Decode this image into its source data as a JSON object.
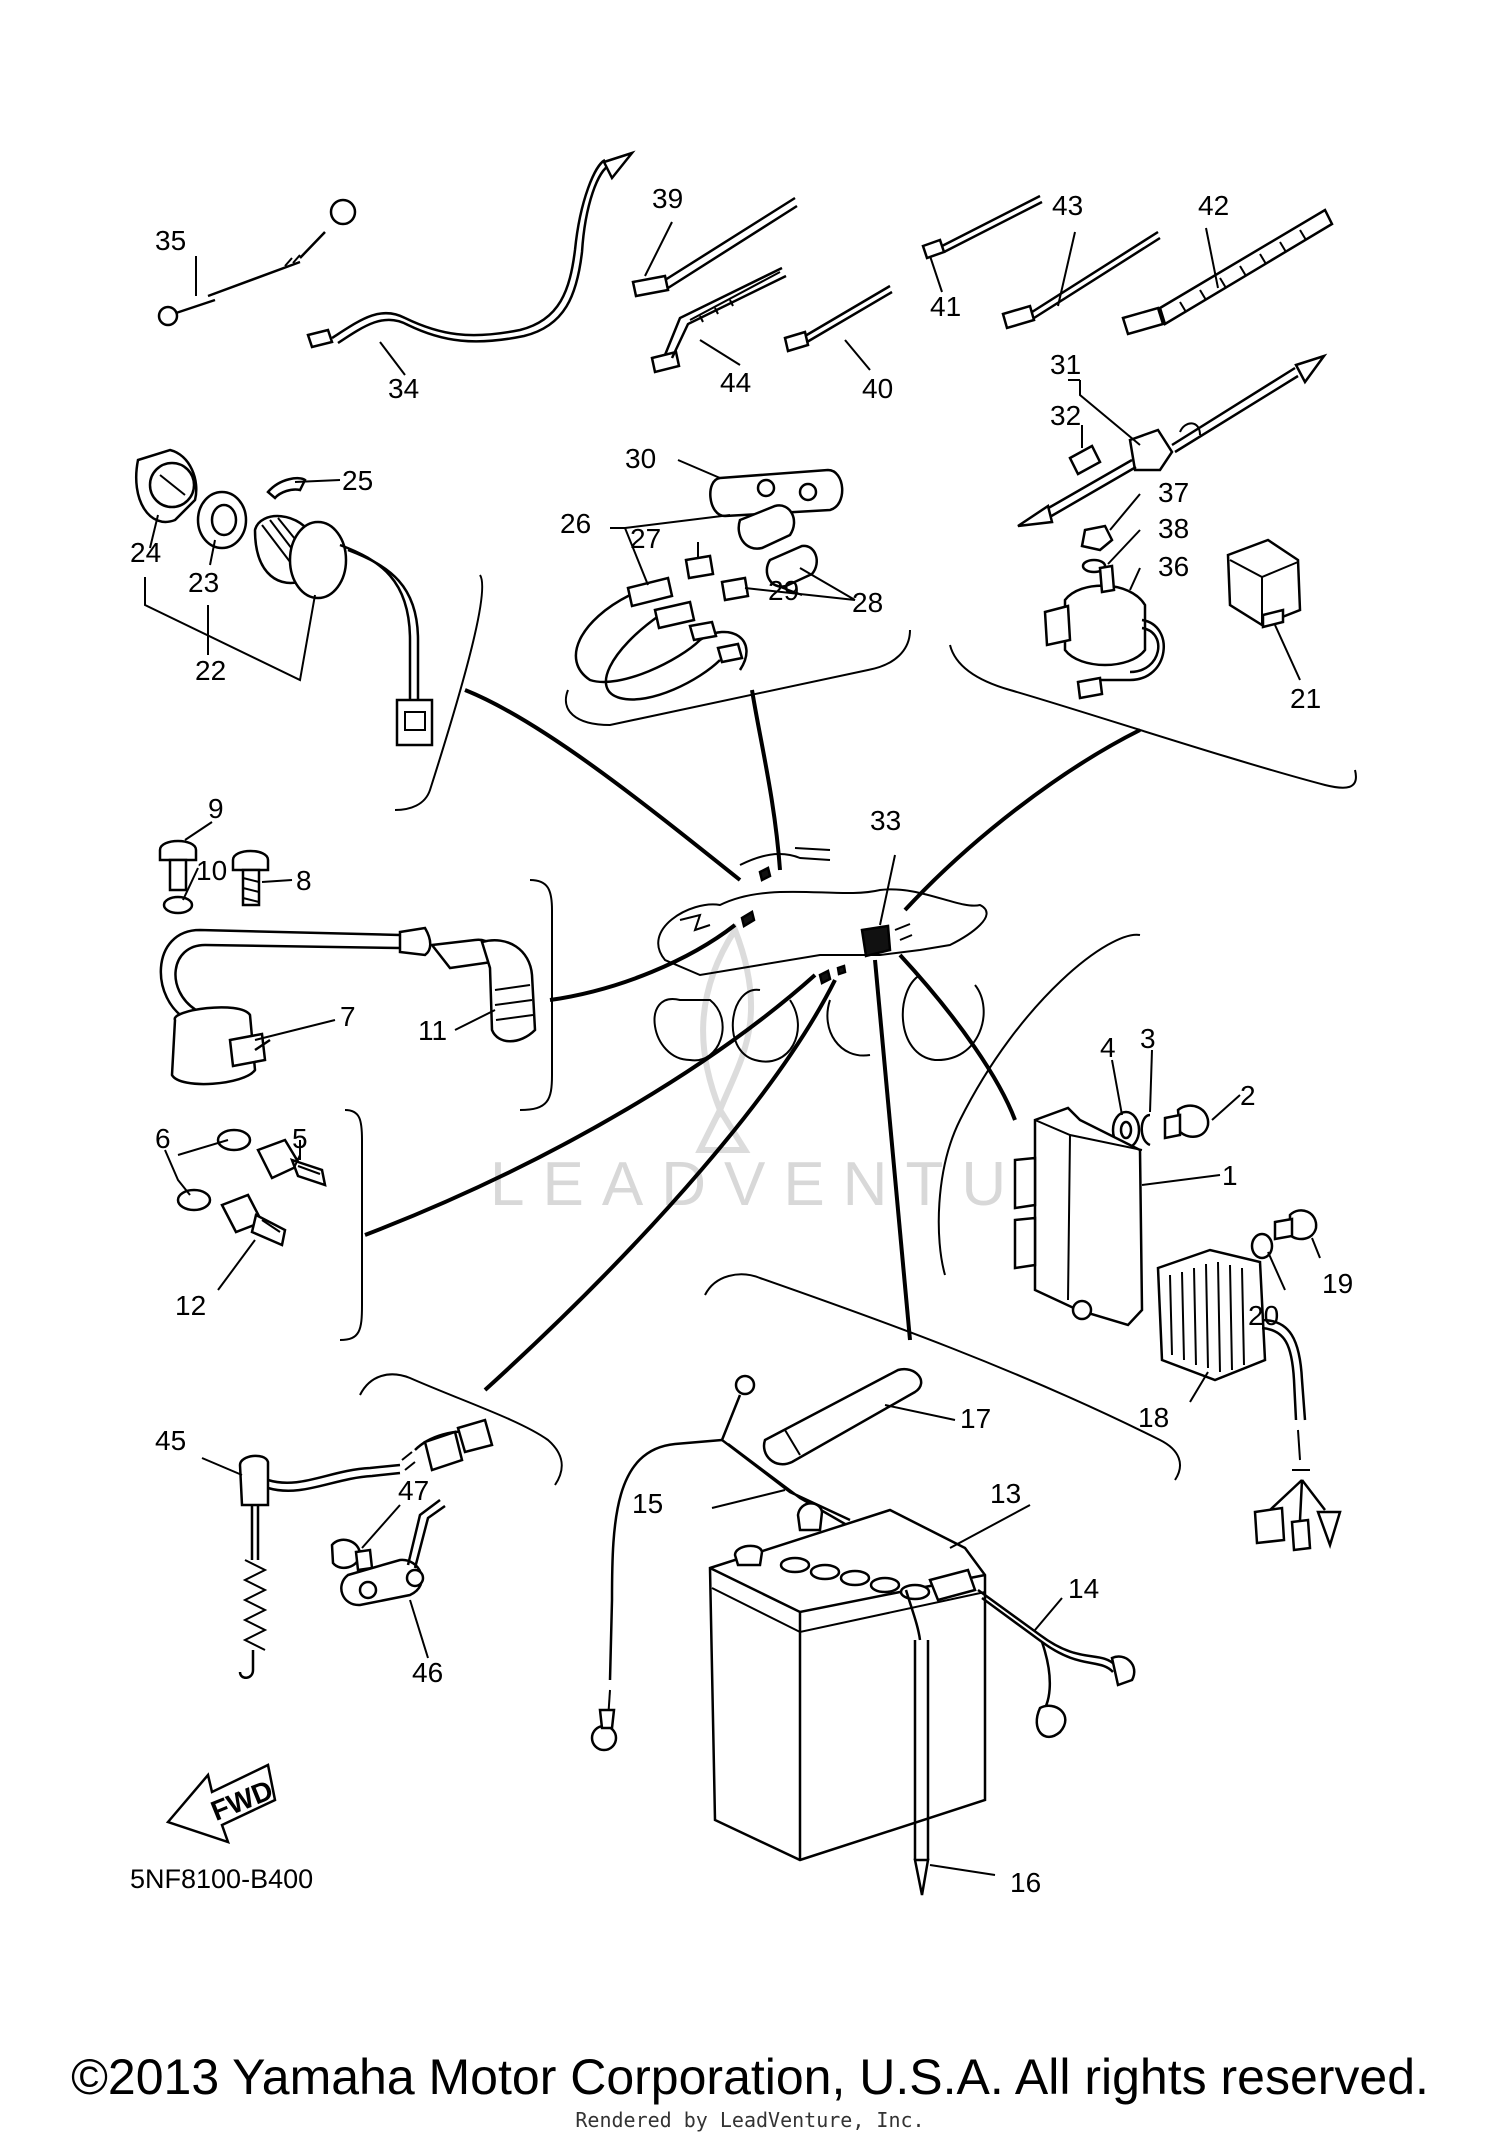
{
  "diagram": {
    "part_code": "5NF8100-B400",
    "watermark": "LEADVENTURE",
    "fwd_label": "FWD",
    "callouts": [
      "1",
      "2",
      "3",
      "4",
      "5",
      "6",
      "7",
      "8",
      "9",
      "10",
      "11",
      "12",
      "13",
      "14",
      "15",
      "16",
      "17",
      "18",
      "19",
      "20",
      "21",
      "22",
      "23",
      "24",
      "25",
      "26",
      "27",
      "28",
      "29",
      "30",
      "31",
      "32",
      "33",
      "34",
      "35",
      "36",
      "37",
      "38",
      "39",
      "40",
      "41",
      "42",
      "43",
      "44",
      "45",
      "46",
      "47"
    ]
  },
  "footer": {
    "copyright": "©2013 Yamaha Motor Corporation, U.S.A. All rights reserved.",
    "rendered_by": "Rendered by LeadVenture, Inc."
  }
}
